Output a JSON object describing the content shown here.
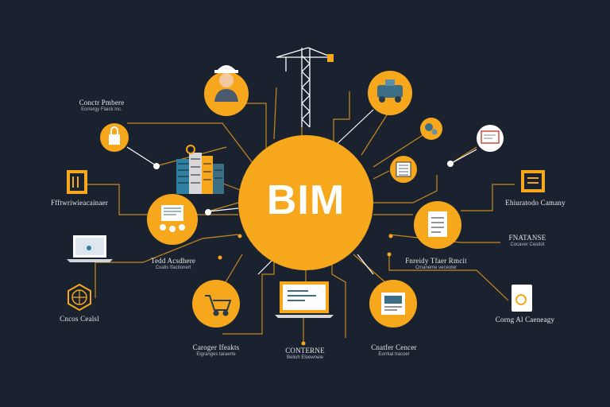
{
  "hub": {
    "label": "BIM",
    "color": "#f6a71c"
  },
  "colors": {
    "background": "#1a2230",
    "node": "#f6a71c",
    "line": "#c8891c",
    "white": "#ffffff"
  },
  "labels": {
    "top_left": {
      "title": "Conctr Pmbere",
      "sub": "Eorrergy Flaick Inc."
    },
    "left_upper": {
      "title": "Ffftwriwieacainaer",
      "sub": ""
    },
    "left_middle": {
      "title": "Tedd Acsdhere",
      "sub": "Cualis tfactionert"
    },
    "left_lower": {
      "title": "Cncos Cealsl",
      "sub": ""
    },
    "bottom_left": {
      "title": "Caroger Ifeakts",
      "sub": "Eigranges taraerte"
    },
    "bottom_center": {
      "title": "CONTERNE",
      "sub": "Beliuh Eloewnele"
    },
    "bottom_right": {
      "title": "Cnatfer Cencer",
      "sub": "Eorrkal tracoer"
    },
    "right_lower": {
      "title": "Corng Al Caeneagy",
      "sub": ""
    },
    "right_middle": {
      "title": "FNATANSE",
      "sub": "Cocaver Cesdot"
    },
    "right_middle2": {
      "title": "Fnreidy Tfaer Rmcit",
      "sub": "Cmaneme veceoter"
    },
    "right_upper": {
      "title": "Ehiuratodo Camany",
      "sub": ""
    }
  },
  "icons": [
    "worker-hardhat-icon",
    "crane-icon",
    "truck-icon",
    "gears-icon",
    "board-icon",
    "lock-icon",
    "building-icon",
    "planning-board-icon",
    "document-icon",
    "book-icon",
    "laptop-icon",
    "globe-icon",
    "cart-icon",
    "monitor-icon",
    "inbox-icon",
    "tablet-icon",
    "folder-icon",
    "laptop-doc-icon"
  ]
}
